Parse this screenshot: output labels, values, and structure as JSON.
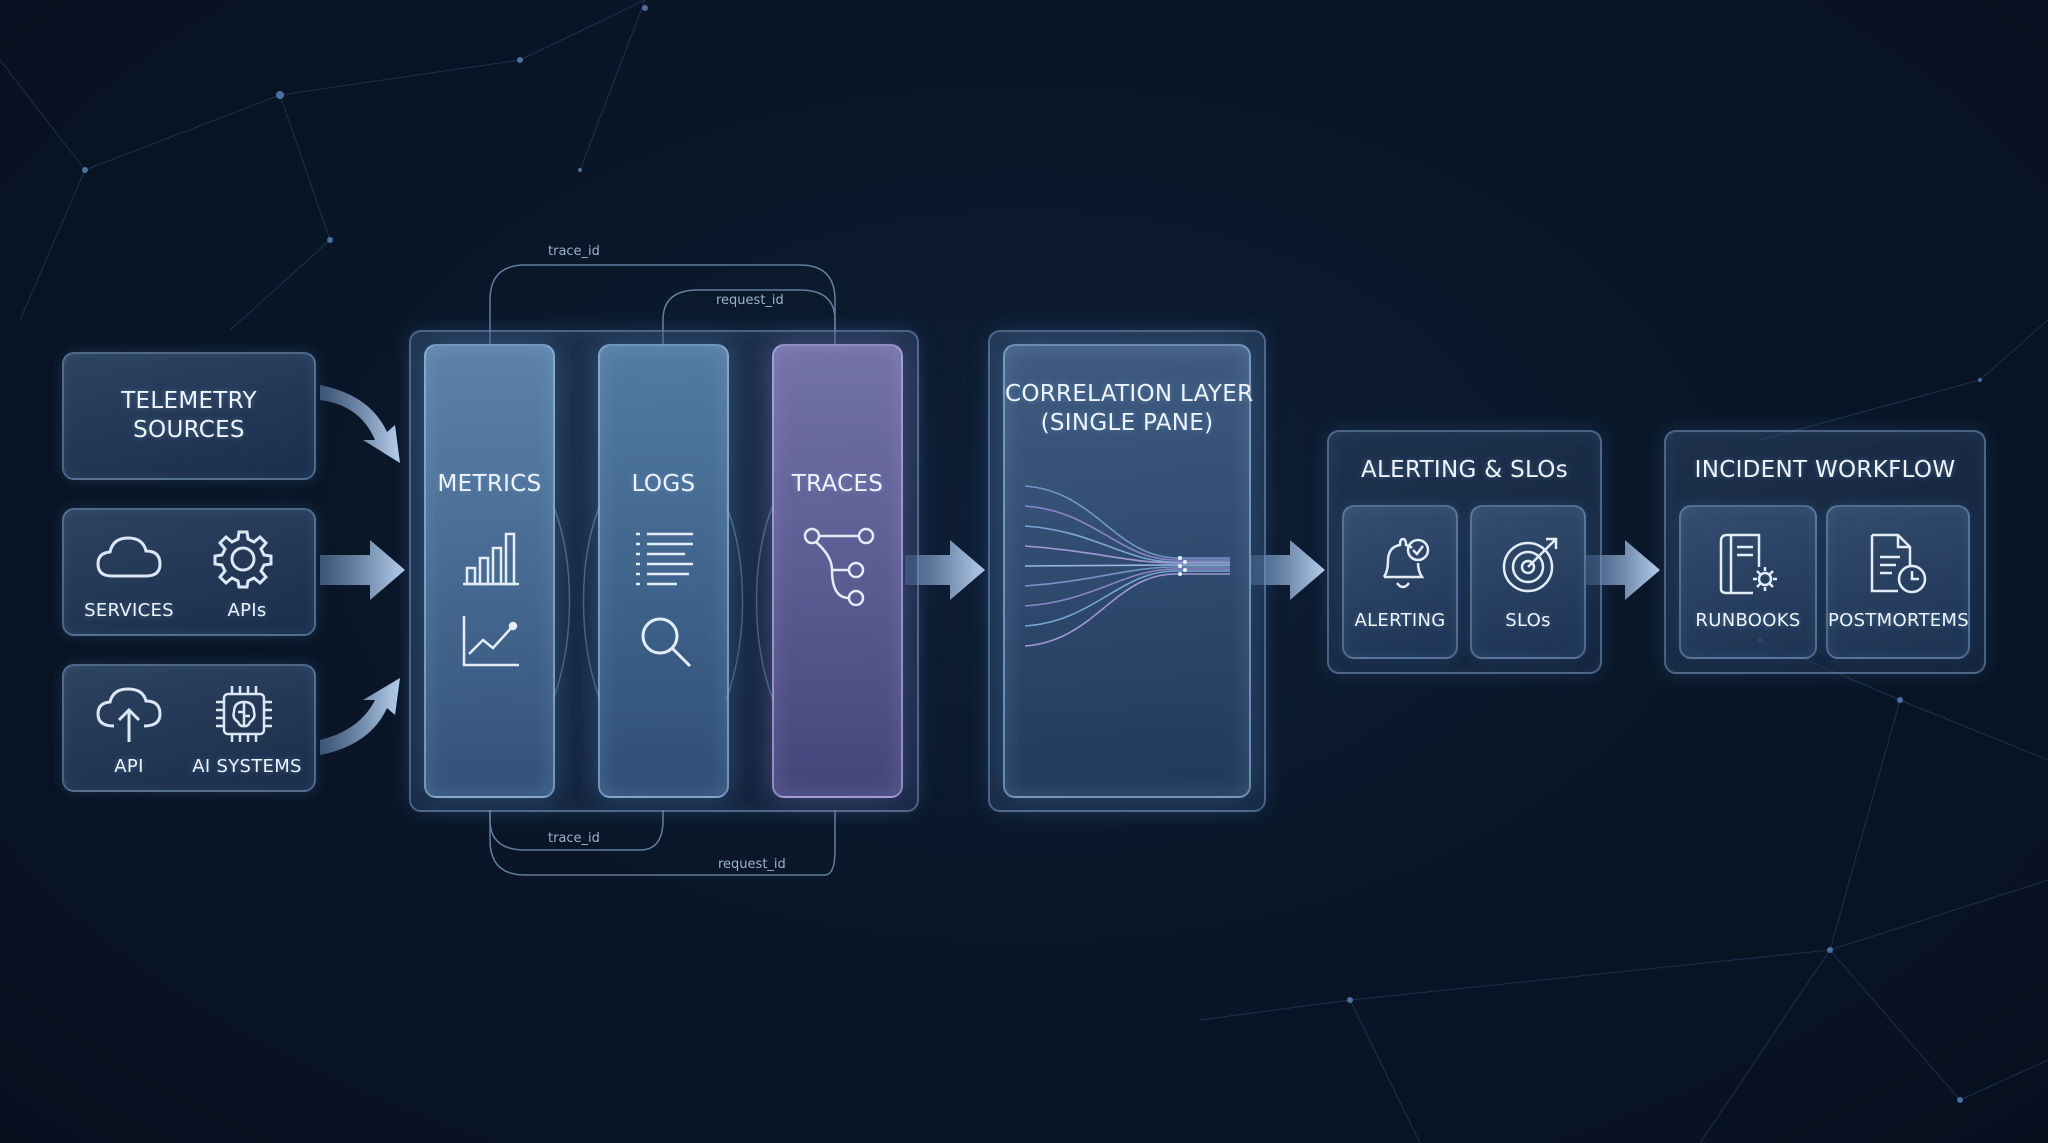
{
  "sources": {
    "telemetry": {
      "title": "TELEMETRY SOURCES",
      "line1": "TELEMETRY",
      "line2": "SOURCES"
    },
    "services": {
      "label": "SERVICES",
      "icon": "cloud-icon"
    },
    "apis": {
      "label": "APIs",
      "icon": "gear-icon"
    },
    "api": {
      "label": "API",
      "icon": "cloud-upload-icon"
    },
    "ai_systems": {
      "label": "AI SYSTEMS",
      "icon": "ai-chip-icon"
    }
  },
  "signals": {
    "metrics": {
      "label": "METRICS",
      "icons": [
        "bar-chart-icon",
        "line-chart-icon"
      ]
    },
    "logs": {
      "label": "LOGS",
      "icons": [
        "list-icon",
        "search-icon"
      ]
    },
    "traces": {
      "label": "TRACES",
      "icons": [
        "trace-tree-icon"
      ]
    },
    "links": {
      "top_outer": "trace_id",
      "top_inner": "request_id",
      "bottom_inner": "trace_id",
      "bottom_outer": "request_id"
    }
  },
  "correlation": {
    "line1": "CORRELATION LAYER",
    "line2": "(SINGLE PANE)"
  },
  "alerting": {
    "title": "ALERTING & SLOs",
    "items": [
      {
        "label": "ALERTING",
        "icon": "bell-check-icon"
      },
      {
        "label": "SLOs",
        "icon": "target-arrow-icon"
      }
    ]
  },
  "incident": {
    "title": "INCIDENT WORKFLOW",
    "items": [
      {
        "label": "RUNBOOKS",
        "icon": "runbook-icon"
      },
      {
        "label": "POSTMORTEMS",
        "icon": "postmortem-icon"
      }
    ]
  },
  "colors": {
    "background": "#0a1729",
    "panel_border": "#8cafd7",
    "arrow": "#a9c4e6",
    "traces_tint": "#9a8cd0",
    "text": "#eef4fb"
  }
}
